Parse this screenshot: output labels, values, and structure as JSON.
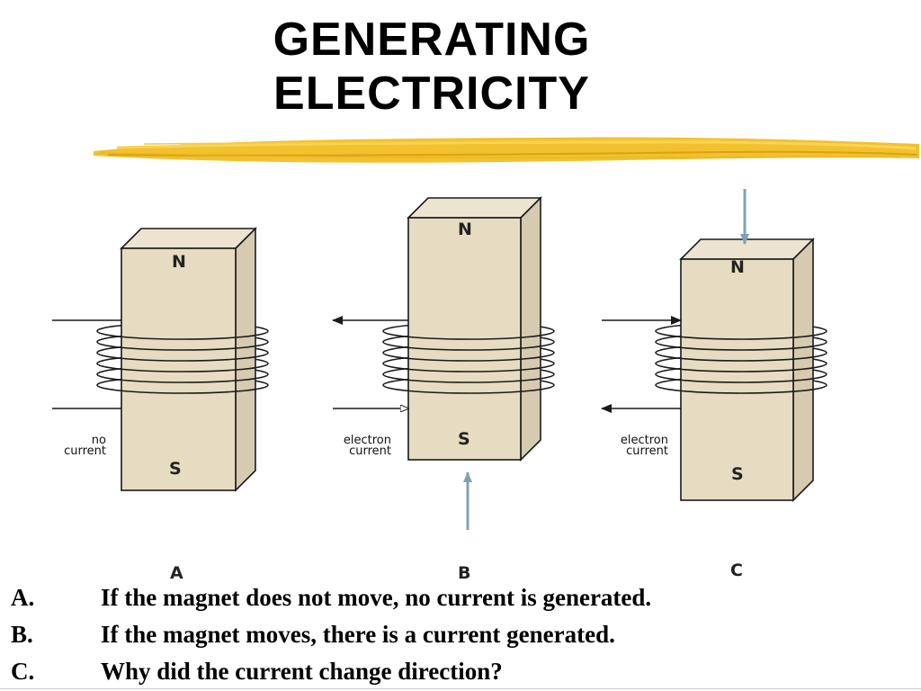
{
  "slide": {
    "title": [
      "GENERATING",
      "ELECTRICITY"
    ],
    "stroke_color": "#f1be22"
  },
  "panels": [
    {
      "letter": "A",
      "north_label": "N",
      "south_label": "S",
      "current_label": [
        "no",
        "current"
      ],
      "motion_arrow": "none"
    },
    {
      "letter": "B",
      "north_label": "N",
      "south_label": "S",
      "current_label": [
        "electron",
        "current"
      ],
      "motion_arrow": "up-from-below"
    },
    {
      "letter": "C",
      "north_label": "N",
      "south_label": "S",
      "current_label": [
        "electron",
        "current"
      ],
      "motion_arrow": "down-from-above"
    }
  ],
  "colors": {
    "magnet_face": "#e6dcc1",
    "outline": "#1a1a1a",
    "motion_arrow": "#7fa3b3"
  },
  "captions": [
    {
      "letter": "A.",
      "text": "If the magnet does not move, no current is generated."
    },
    {
      "letter": "B.",
      "text": "If the magnet moves, there is a current generated."
    },
    {
      "letter": "C.",
      "text": "Why did the current change direction?"
    }
  ]
}
